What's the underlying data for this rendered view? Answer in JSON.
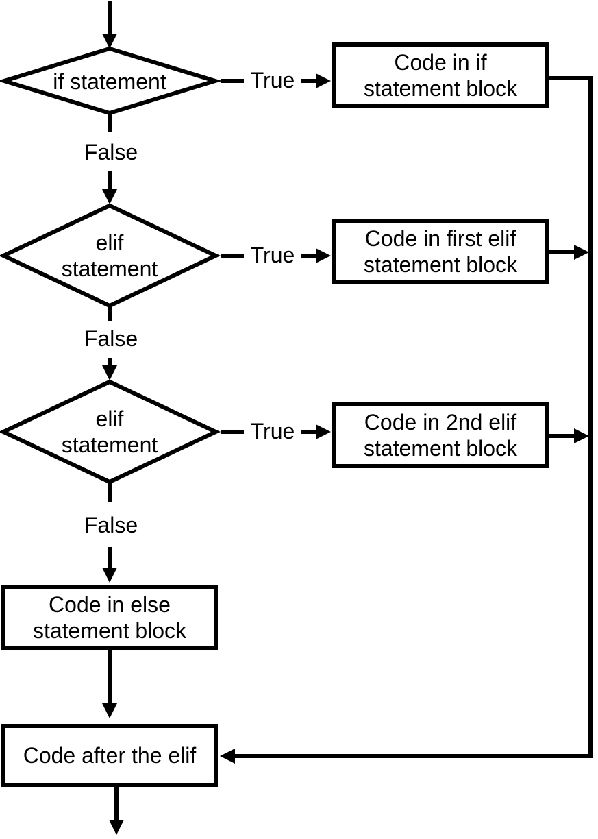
{
  "diagram": {
    "title": "if-elif-else flowchart",
    "colors": {
      "stroke": "#000000",
      "background": "#ffffff"
    },
    "nodes": {
      "decision_if": {
        "label": "if statement",
        "type": "decision"
      },
      "decision_elif_1": {
        "label": "elif\nstatement",
        "type": "decision"
      },
      "decision_elif_2": {
        "label": "elif\nstatement",
        "type": "decision"
      },
      "process_if": {
        "label": "Code in if\nstatement block",
        "type": "process"
      },
      "process_elif_1": {
        "label": "Code in first elif\nstatement block",
        "type": "process"
      },
      "process_elif_2": {
        "label": "Code in 2nd elif\nstatement block",
        "type": "process"
      },
      "process_else": {
        "label": "Code in else\nstatement block",
        "type": "process"
      },
      "process_after": {
        "label": "Code after the elif",
        "type": "process"
      }
    },
    "edges": {
      "true_1": "True",
      "true_2": "True",
      "true_3": "True",
      "false_1": "False",
      "false_2": "False",
      "false_3": "False"
    }
  }
}
